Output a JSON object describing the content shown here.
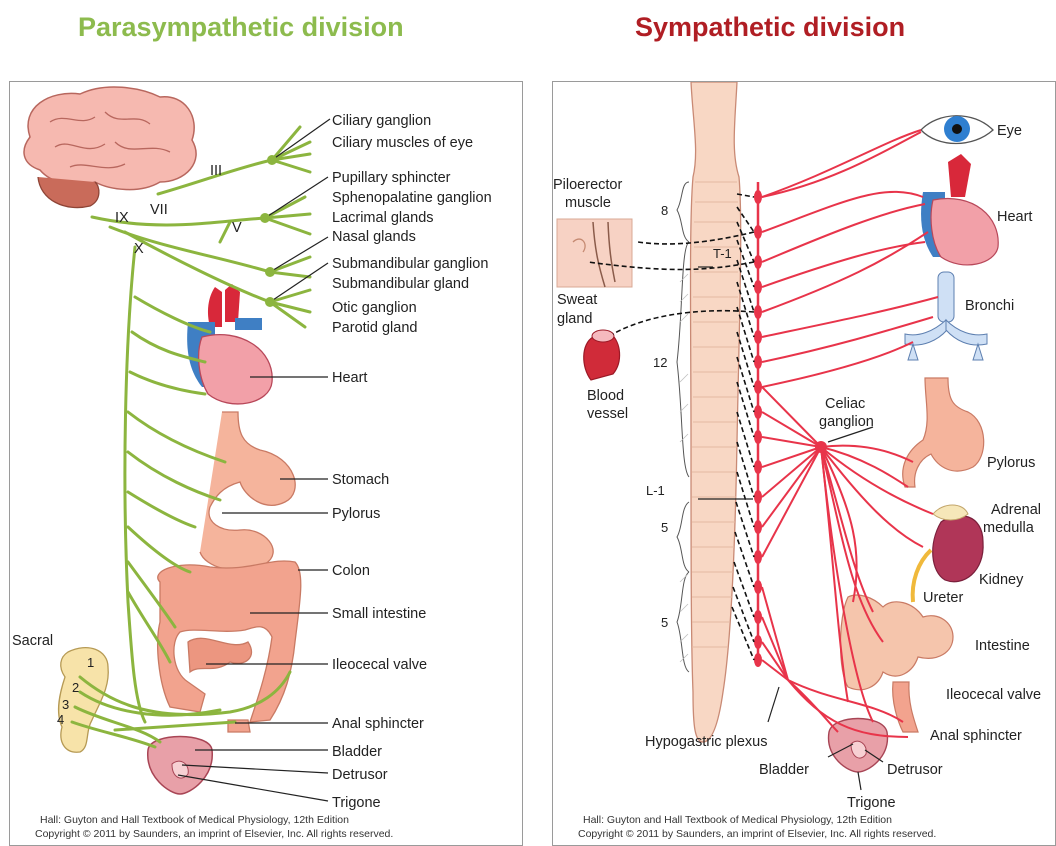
{
  "parasympathetic": {
    "title": "Parasympathetic division",
    "nerves": {
      "III": "III",
      "VII": "VII",
      "V": "V",
      "IX": "IX",
      "X": "X"
    },
    "labels": {
      "ciliary_ganglion": "Ciliary ganglion",
      "ciliary_muscles": "Ciliary muscles of eye",
      "pupillary_sphincter": "Pupillary sphincter",
      "sphenopalatine_ganglion": "Sphenopalatine ganglion",
      "lacrimal_glands": "Lacrimal glands",
      "nasal_glands": "Nasal glands",
      "submandibular_ganglion": "Submandibular ganglion",
      "submandibular_gland": "Submandibular gland",
      "otic_ganglion": "Otic ganglion",
      "parotid_gland": "Parotid gland",
      "heart": "Heart",
      "stomach": "Stomach",
      "pylorus": "Pylorus",
      "colon": "Colon",
      "small_intestine": "Small intestine",
      "ileocecal_valve": "Ileocecal valve",
      "anal_sphincter": "Anal sphincter",
      "bladder": "Bladder",
      "detrusor": "Detrusor",
      "trigone": "Trigone",
      "sacral": "Sacral",
      "s1": "1",
      "s2": "2",
      "s3": "3",
      "s4": "4"
    },
    "credit_line1": "Hall: Guyton and Hall Textbook of Medical Physiology, 12th Edition",
    "credit_line2": "Copyright © 2011 by Saunders, an imprint of Elsevier, Inc. All rights reserved."
  },
  "sympathetic": {
    "title": "Sympathetic division",
    "labels": {
      "eye": "Eye",
      "heart": "Heart",
      "bronchi": "Bronchi",
      "piloerector_1": "Piloerector",
      "piloerector_2": "muscle",
      "sweat_1": "Sweat",
      "sweat_2": "gland",
      "blood_1": "Blood",
      "blood_2": "vessel",
      "celiac_1": "Celiac",
      "celiac_2": "ganglion",
      "pylorus": "Pylorus",
      "adrenal_1": "Adrenal",
      "adrenal_2": "medulla",
      "kidney": "Kidney",
      "ureter": "Ureter",
      "intestine": "Intestine",
      "ileocecal_valve": "Ileocecal valve",
      "anal_sphincter": "Anal sphincter",
      "hypogastric_plexus": "Hypogastric plexus",
      "bladder": "Bladder",
      "detrusor": "Detrusor",
      "trigone": "Trigone",
      "seg_t1": "T-1",
      "seg_8": "8",
      "seg_12": "12",
      "seg_l1": "L-1",
      "seg_5a": "5",
      "seg_5b": "5"
    },
    "credit_line1": "Hall: Guyton and Hall Textbook of Medical Physiology, 12th Edition",
    "credit_line2": "Copyright © 2011 by Saunders, an imprint of Elsevier, Inc. All rights reserved."
  },
  "colors": {
    "para_title": "#8dbb4e",
    "symp_title": "#b01e24",
    "para_nerve": "#8cb53f",
    "symp_nerve": "#e8344a",
    "organ_pink": "#f2a890",
    "heart_red": "#d8283a",
    "heart_blue": "#3f7fc4"
  }
}
